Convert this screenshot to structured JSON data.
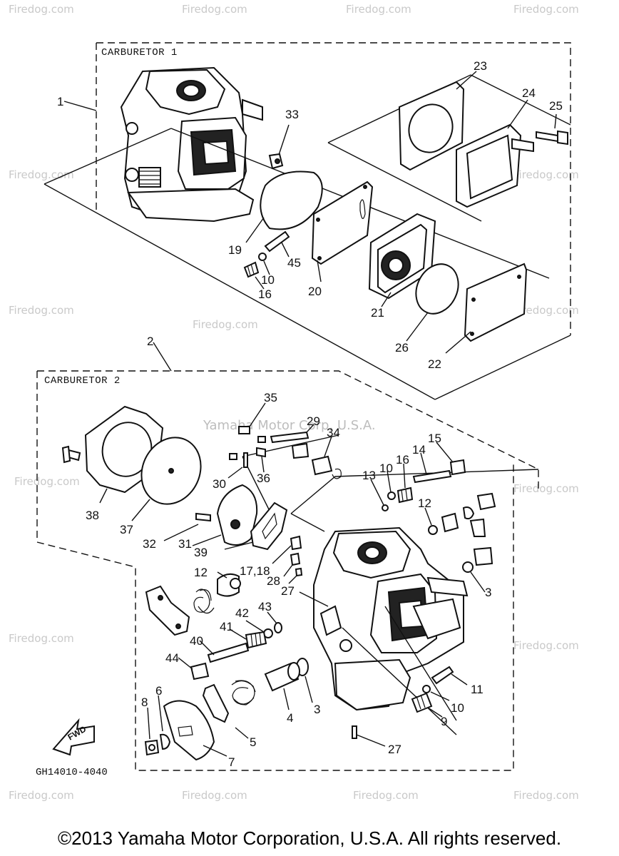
{
  "watermark": {
    "site": "Firedog.com",
    "center": "Yamaha Motor Corp, U.S.A."
  },
  "groups": {
    "carb1_label": "CARBURETOR 1",
    "carb2_label": "CARBURETOR 2"
  },
  "part_code": "GH14010-4040",
  "fwd_label": "FWD",
  "callouts": {
    "c1": "1",
    "c2": "2",
    "c3a": "3",
    "c3b": "3",
    "c4": "4",
    "c5": "5",
    "c6": "6",
    "c7": "7",
    "c8": "8",
    "c9": "9",
    "c10a": "10",
    "c10b": "10",
    "c10c": "10",
    "c11": "11",
    "c12a": "12",
    "c12b": "12",
    "c13": "13",
    "c14": "14",
    "c15": "15",
    "c16a": "16",
    "c16b": "16",
    "c1718": "17,18",
    "c19": "19",
    "c20": "20",
    "c21": "21",
    "c22": "22",
    "c23": "23",
    "c24": "24",
    "c25": "25",
    "c26": "26",
    "c27a": "27",
    "c27b": "27",
    "c28": "28",
    "c29": "29",
    "c30": "30",
    "c31": "31",
    "c32": "32",
    "c33": "33",
    "c34": "34",
    "c35": "35",
    "c36": "36",
    "c37": "37",
    "c38": "38",
    "c39": "39",
    "c40": "40",
    "c41": "41",
    "c42": "42",
    "c43": "43",
    "c44": "44",
    "c45": "45"
  },
  "copyright": "©2013 Yamaha Motor Corporation, U.S.A. All rights reserved."
}
